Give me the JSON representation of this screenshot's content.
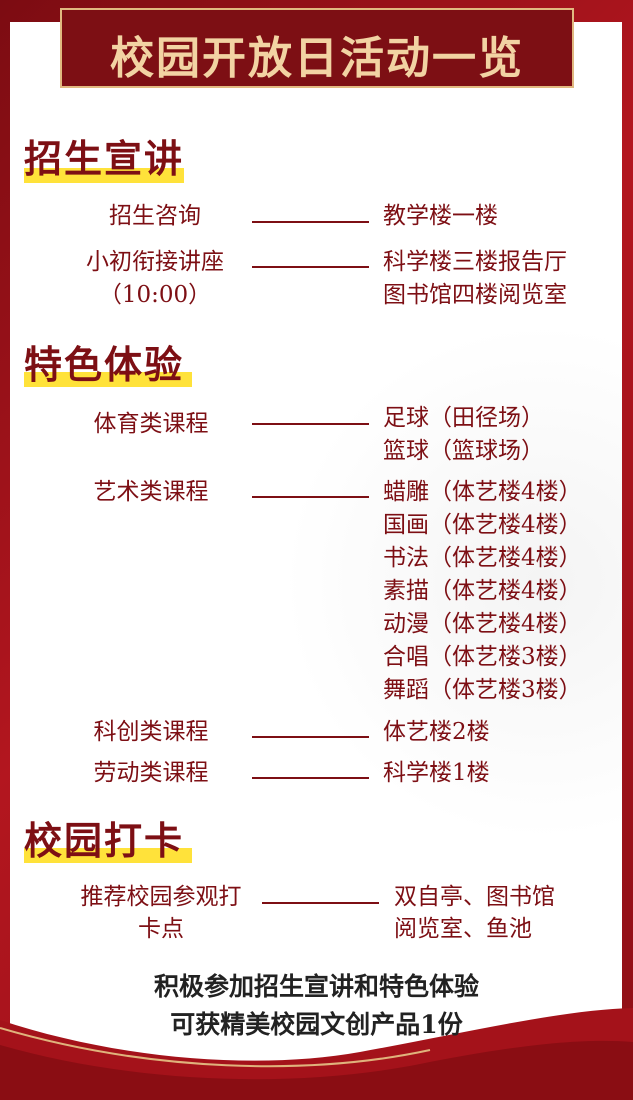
{
  "title": "校园开放日活动一览",
  "sections": [
    {
      "heading": "招生宣讲"
    },
    {
      "heading": "特色体验"
    },
    {
      "heading": "校园打卡"
    }
  ],
  "rows": [
    {
      "left": "招生咨询",
      "right": [
        "教学楼一楼"
      ]
    },
    {
      "left": [
        "小初衔接讲座",
        "（10:00）"
      ],
      "right": [
        "科学楼三楼报告厅",
        "图书馆四楼阅览室"
      ]
    },
    {
      "left": "体育类课程",
      "right": [
        "足球（田径场）",
        "篮球（篮球场）"
      ]
    },
    {
      "left": "艺术类课程",
      "right": [
        "蜡雕（体艺楼4楼）",
        "国画（体艺楼4楼）",
        "书法（体艺楼4楼）",
        "素描（体艺楼4楼）",
        "动漫（体艺楼4楼）",
        "合唱（体艺楼3楼）",
        "舞蹈（体艺楼3楼）"
      ]
    },
    {
      "left": "科创类课程",
      "right": [
        "体艺楼2楼"
      ]
    },
    {
      "left": "劳动类课程",
      "right": [
        "科学楼1楼"
      ]
    },
    {
      "left": [
        "推荐校园参观打",
        "卡点"
      ],
      "right": [
        "双自亭、图书馆",
        "阅览室、鱼池"
      ]
    }
  ],
  "footer": [
    "积极参加招生宣讲和特色体验",
    "可获精美校园文创产品1份"
  ]
}
